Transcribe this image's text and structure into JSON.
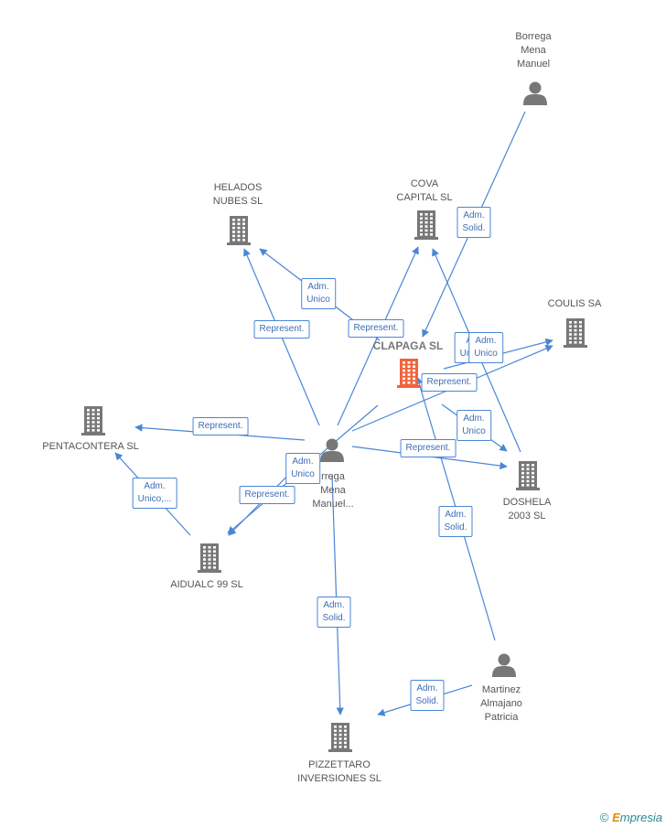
{
  "colors": {
    "edge": "#4a86d6",
    "company_icon": "#777777",
    "main_company_icon": "#f0643c",
    "person_icon": "#777777"
  },
  "nodes": [
    {
      "id": "borrega_top",
      "type": "person",
      "label": "Borrega\nMena\nManuel"
    },
    {
      "id": "helados",
      "type": "company",
      "label": "HELADOS\nNUBES SL"
    },
    {
      "id": "cova",
      "type": "company",
      "label": "COVA\nCAPITAL SL"
    },
    {
      "id": "coulis",
      "type": "company",
      "label": "COULIS SA"
    },
    {
      "id": "clapaga",
      "type": "main_company",
      "label": "CLAPAGA SL"
    },
    {
      "id": "pentacontera",
      "type": "company",
      "label": "PENTACONTERA SL"
    },
    {
      "id": "borrega_center",
      "type": "person",
      "label": "rrega\nMena\nManuel..."
    },
    {
      "id": "doshela",
      "type": "company",
      "label": "DOSHELA\n2003 SL"
    },
    {
      "id": "aidualc",
      "type": "company",
      "label": "AIDUALC 99 SL"
    },
    {
      "id": "martinez",
      "type": "person",
      "label": "Martinez\nAlmajano\nPatricia"
    },
    {
      "id": "pizzettaro",
      "type": "company",
      "label": "PIZZETTARO\nINVERSIONES SL"
    }
  ],
  "edges": [
    {
      "from": "borrega_top",
      "to": "clapaga",
      "label": "Adm.\nSolid."
    },
    {
      "from": "clapaga",
      "to": "helados",
      "label": "Adm.\nUnico"
    },
    {
      "from": "borrega_center",
      "to": "helados",
      "label": "Represent."
    },
    {
      "from": "borrega_center",
      "to": "cova",
      "label": "Represent."
    },
    {
      "from": "doshela",
      "to": "cova",
      "label": "Adm.\nUnico,..."
    },
    {
      "from": "clapaga",
      "to": "coulis",
      "label": "Adm.\nUnico"
    },
    {
      "from": "borrega_center",
      "to": "coulis",
      "label": "Represent."
    },
    {
      "from": "clapaga",
      "to": "doshela",
      "label": "Adm.\nUnico"
    },
    {
      "from": "borrega_center",
      "to": "doshela",
      "label": "Represent."
    },
    {
      "from": "borrega_center",
      "to": "pentacontera",
      "label": "Represent."
    },
    {
      "from": "aidualc",
      "to": "pentacontera",
      "label": "Adm.\nUnico,..."
    },
    {
      "from": "clapaga",
      "to": "aidualc",
      "label": "Adm.\nUnico"
    },
    {
      "from": "borrega_center",
      "to": "aidualc",
      "label": "Represent."
    },
    {
      "from": "borrega_center",
      "to": "pizzettaro",
      "label": "Adm.\nSolid."
    },
    {
      "from": "martinez",
      "to": "clapaga",
      "label": "Adm.\nSolid."
    },
    {
      "from": "martinez",
      "to": "pizzettaro",
      "label": "Adm.\nSolid."
    }
  ],
  "footer": {
    "copyright_symbol": "©",
    "brand_initial": "E",
    "brand_rest": "mpresia"
  }
}
